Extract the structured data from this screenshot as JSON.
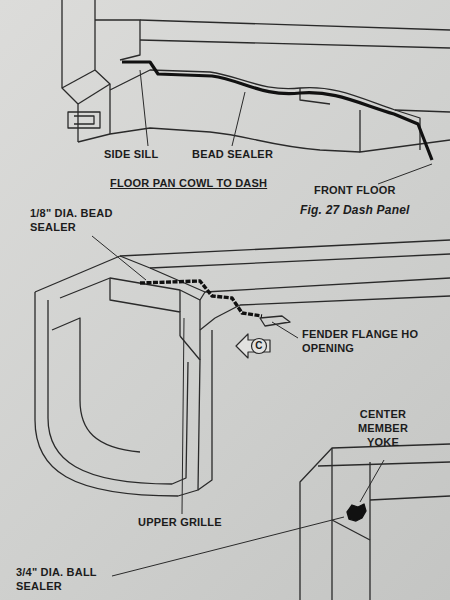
{
  "diagram": {
    "labels": [
      "SIDE SILL",
      "BEAD SEALER",
      "FLOOR PAN COWL TO DASH",
      "FRONT FLOOR",
      "Fig. 27 Dash Panel",
      "1/8\" DIA. BEAD SEALER",
      "FENDER FLANGE HO OPENING",
      "C",
      "CENTER MEMBER YOKE",
      "UPPER GRILLE",
      "3/4\" DIA. BALL SEALER"
    ]
  }
}
